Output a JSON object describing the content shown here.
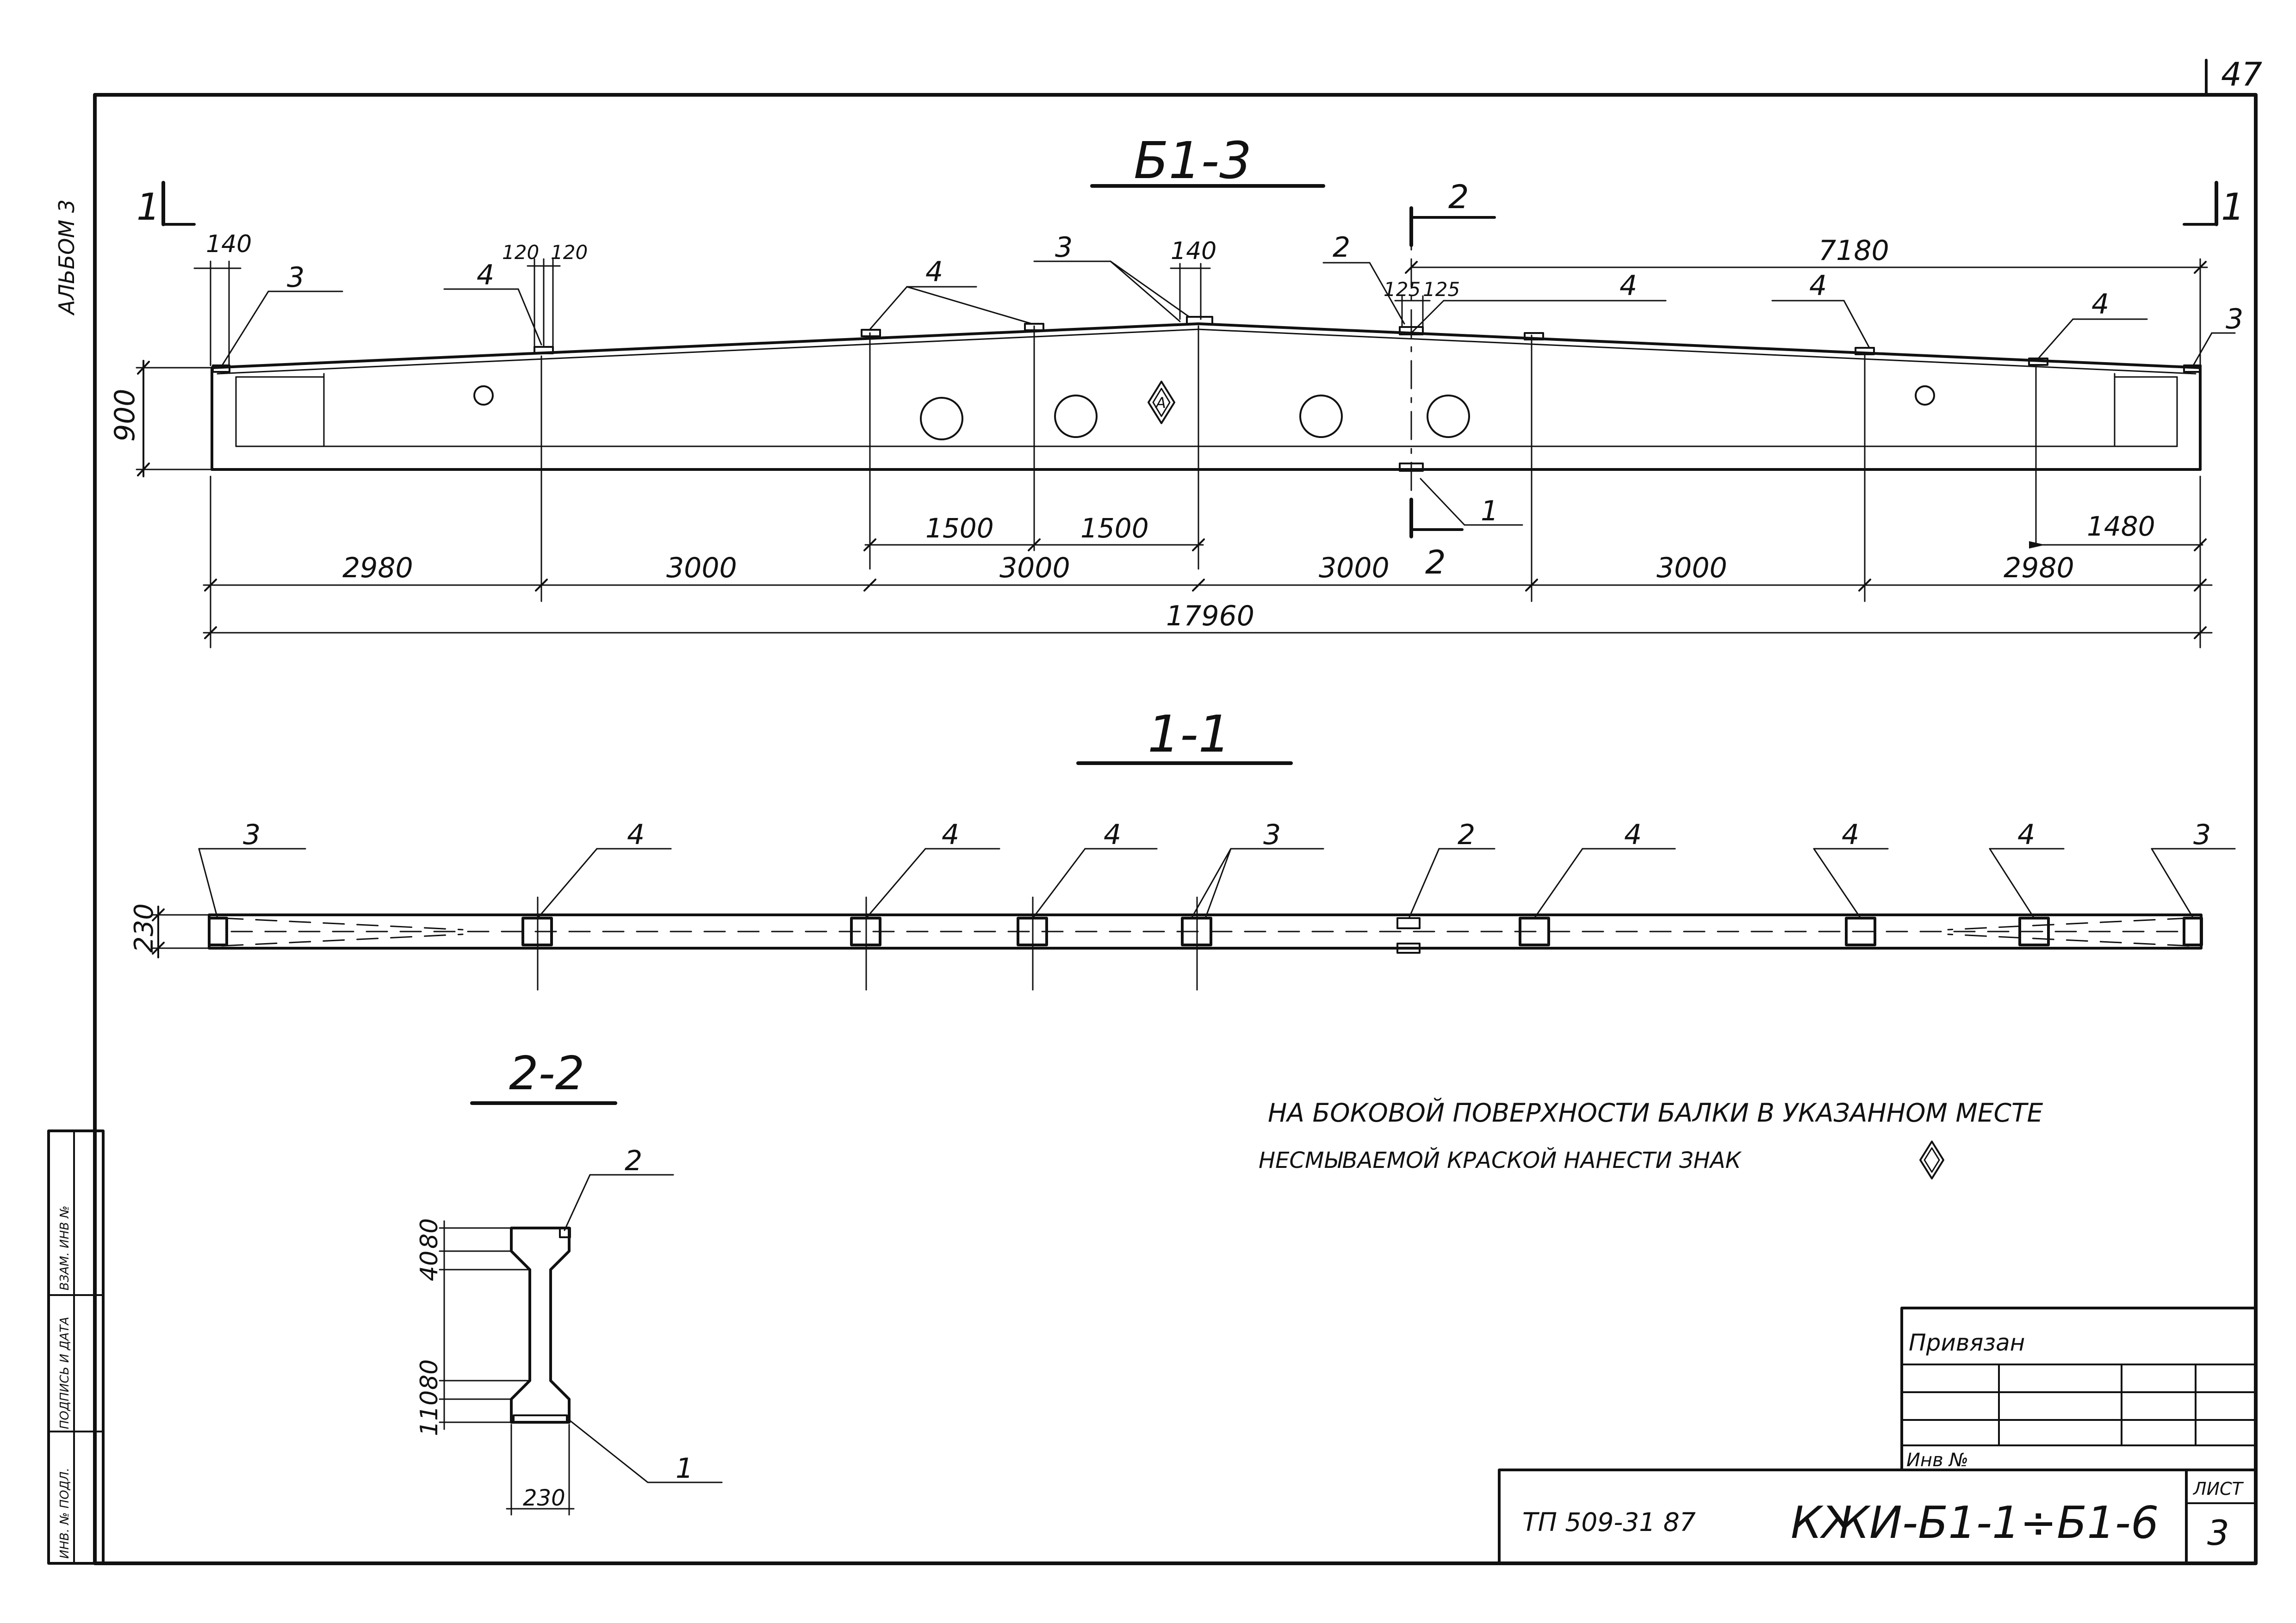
{
  "sheet": {
    "page_number": "47",
    "album_label": "АЛЬБОМ 3",
    "side_stamp": [
      "ИНВ. № ПОДЛ.",
      "ПОДПИСЬ И ДАТА",
      "ВЗАМ. ИНВ №"
    ]
  },
  "elevation": {
    "title": "Б1-3",
    "section_marks": [
      "1",
      "1",
      "2",
      "2"
    ],
    "height_label": "900",
    "top_dims": [
      "140",
      "120",
      "120",
      "140",
      "125",
      "125",
      "7180"
    ],
    "callouts": [
      "3",
      "4",
      "4",
      "3",
      "2",
      "4",
      "4",
      "4",
      "3",
      "1"
    ],
    "sub_dims": [
      "1500",
      "1500",
      "1480"
    ],
    "bay_dims": [
      "2980",
      "3000",
      "3000",
      "3000",
      "3000",
      "2980"
    ],
    "total_dim": "17960",
    "mark_symbol": "A"
  },
  "plan": {
    "title": "1-1",
    "height_label": "230",
    "callouts": [
      "3",
      "4",
      "4",
      "4",
      "3",
      "2",
      "4",
      "4",
      "4",
      "3"
    ]
  },
  "cross_section": {
    "title": "2-2",
    "dims": [
      "80",
      "40",
      "80",
      "110"
    ],
    "width_label": "230",
    "callouts": [
      "2",
      "1"
    ]
  },
  "note": {
    "line1": "НА БОКОВОЙ ПОВЕРХНОСТИ БАЛКИ В УКАЗАННОМ МЕСТЕ",
    "line2": "НЕСМЫВАЕМОЙ КРАСКОЙ НАНЕСТИ ЗНАК"
  },
  "title_block": {
    "bound_label": "Привязан",
    "inv_label": "Инв №",
    "project_code": "ТП 509-31 87",
    "designation": "КЖИ-Б1-1÷Б1-6",
    "sheet_label": "ЛИСТ",
    "sheet_number": "3"
  }
}
